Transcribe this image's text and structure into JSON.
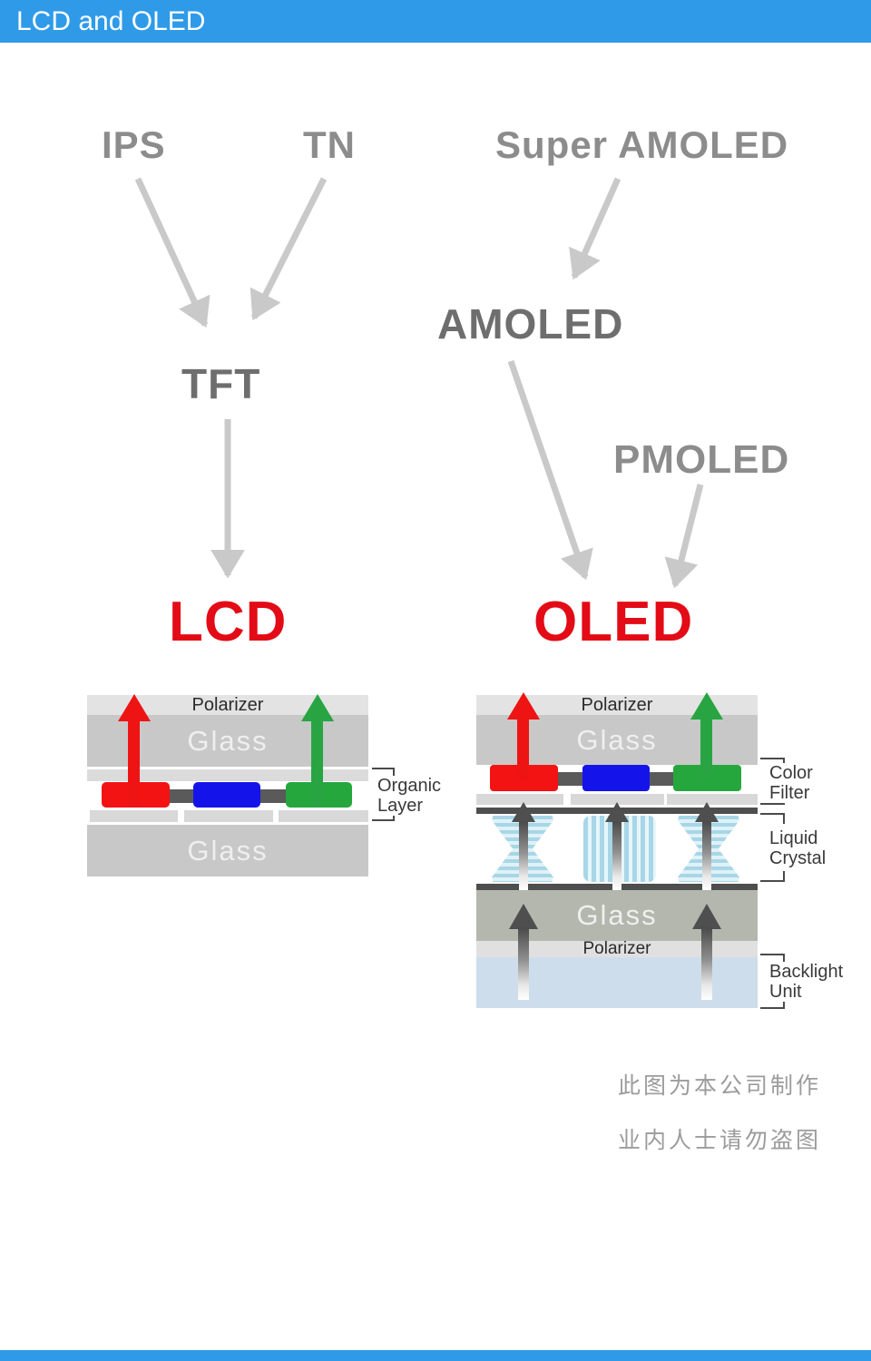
{
  "header": {
    "title": "LCD and OLED"
  },
  "tree": {
    "ips": "IPS",
    "tn": "TN",
    "super_amoled": "Super AMOLED",
    "tft": "TFT",
    "amoled": "AMOLED",
    "pmoled": "PMOLED",
    "lcd": "LCD",
    "oled": "OLED"
  },
  "lcd_stack": {
    "polarizer": "Polarizer",
    "glass_top": "Glass",
    "glass_bottom": "Glass",
    "organic_layer": {
      "line1": "Organic",
      "line2": "Layer"
    }
  },
  "oled_stack": {
    "polarizer_top": "Polarizer",
    "glass_top": "Glass",
    "glass_bottom": "Glass",
    "polarizer_bottom": "Polarizer",
    "color_filter": {
      "line1": "Color",
      "line2": "Filter"
    },
    "liquid_crystal": {
      "line1": "Liquid",
      "line2": "Crystal"
    },
    "backlight_unit": {
      "line1": "Backlight",
      "line2": "Unit"
    }
  },
  "watermark": {
    "line1": "此图为本公司制作",
    "line2": "业内人士请勿盗图"
  },
  "colors": {
    "accent_blue": "#2F9BE8",
    "highlight_red": "#E30B16",
    "tree_gray": "#8C8C8C",
    "arrow_gray": "#C9C9C9",
    "subpixel_red": "#F31313",
    "subpixel_blue": "#1414EA",
    "subpixel_green": "#25A73E",
    "glass_gray": "#C8C8C8",
    "backlight_blue": "#CEDDEB"
  }
}
